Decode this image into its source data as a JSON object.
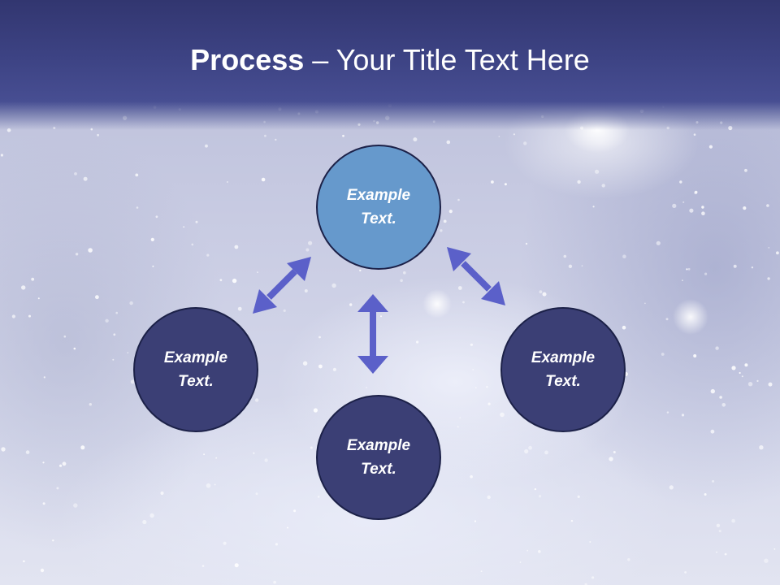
{
  "slide": {
    "title_bold": "Process",
    "title_rest": " – Your Title Text Here"
  },
  "nodes": {
    "top": "Example Text.",
    "left": "Example Text.",
    "right": "Example Text.",
    "bottom": "Example Text."
  },
  "colors": {
    "header": "#3d4384",
    "node_top": "#6699cc",
    "node_other": "#3b3f75",
    "arrow": "#5b60c9"
  }
}
